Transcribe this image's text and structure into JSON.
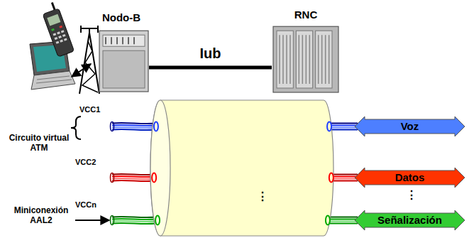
{
  "diagram": {
    "nodes": [
      {
        "text": [
          "Nodo-B"
        ]
      },
      {
        "text": [
          "RNC"
        ]
      },
      {
        "text": [
          "⋮"
        ]
      },
      {
        "text": [
          "Voz"
        ]
      },
      {
        "text": [
          "Datos"
        ]
      },
      {
        "text": [
          "Señalización"
        ]
      }
    ],
    "edges": [
      {
        "from": 0,
        "to": 1,
        "arrow": "none",
        "label": "Iub"
      }
    ],
    "labels": [
      "VCC1",
      "Circuito virtual ATM",
      "VCC2",
      "VCCn",
      "Miniconexión AAL2",
      "⋮"
    ]
  }
}
